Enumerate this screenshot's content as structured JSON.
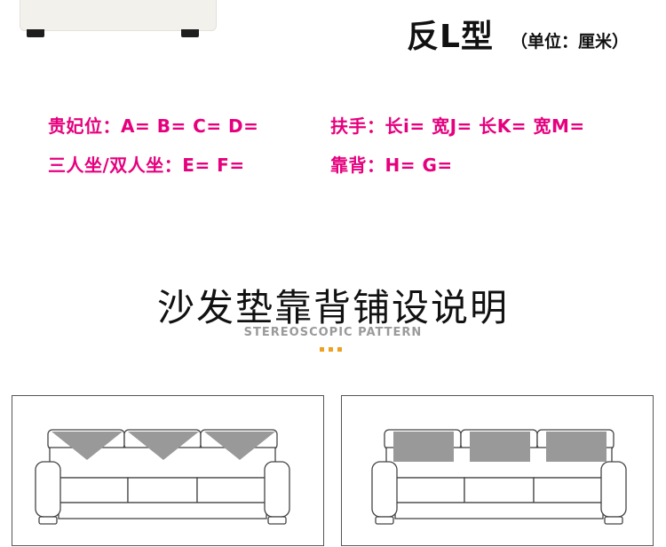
{
  "header": {
    "type_title": "反L型",
    "unit_note": "（单位：厘米）"
  },
  "dimensions": {
    "line1_left": "贵妃位：A=  B=  C=  D=",
    "line1_right": "扶手：长i=  宽J=  长K=  宽M=",
    "line2_left": "三人坐/双人坐：E=  F=",
    "line2_right": "靠背：H=  G="
  },
  "section": {
    "title": "沙发垫靠背铺设说明",
    "subtitle": "STEREOSCOPIC PATTERN"
  },
  "colors": {
    "dimension_text": "#e6007e",
    "accent_dots": "#f0a020",
    "cover_fill": "#999999"
  }
}
